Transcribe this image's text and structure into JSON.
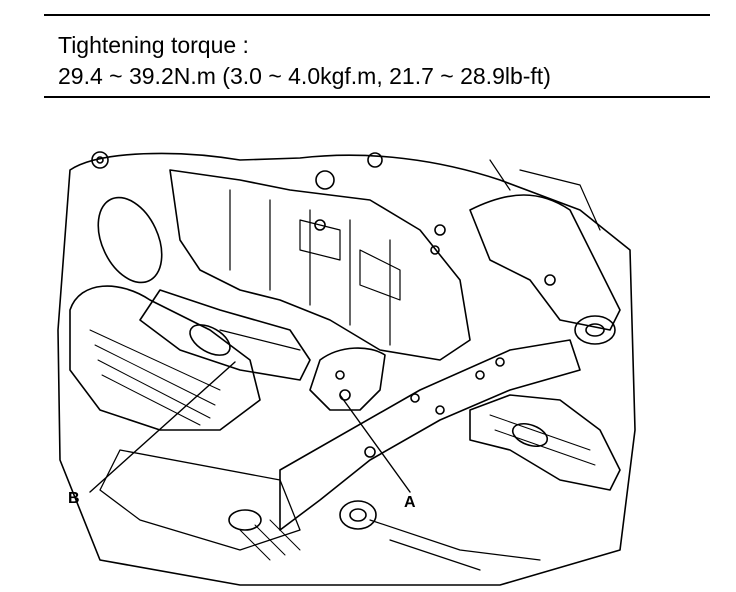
{
  "spec": {
    "heading": "Tightening torque :",
    "value": "29.4 ~ 39.2N.m (3.0 ~ 4.0kgf.m, 21.7 ~ 28.9lb-ft)"
  },
  "callouts": {
    "a": "A",
    "b": "B"
  }
}
